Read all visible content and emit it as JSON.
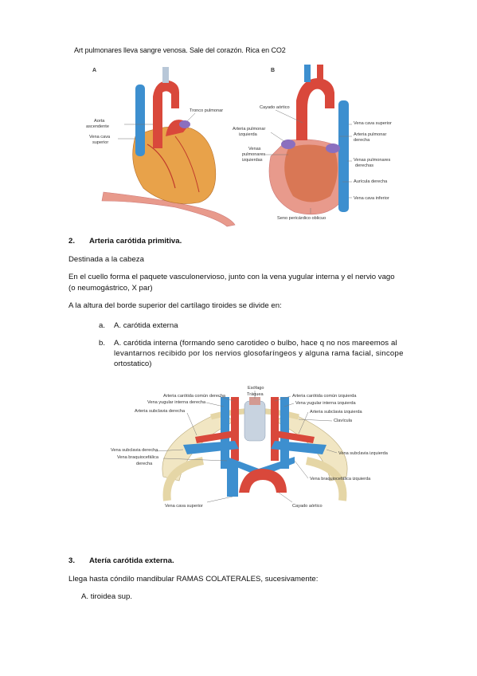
{
  "intro_note": "Art pulmonares lleva sangre venosa. Sale del corazón. Rica en CO2",
  "figure_heart": {
    "panel_a": "A",
    "panel_b": "B",
    "labels_a": {
      "tronco_pulmonar": "Tronco pulmonar",
      "aorta_asc_1": "Aorta",
      "aorta_asc_2": "ascendente",
      "vena_cava_sup_1": "Vena cava",
      "vena_cava_sup_2": "superior"
    },
    "labels_b": {
      "cayado_aortico": "Cayado aórtico",
      "arteria_pulm_izq_1": "Arteria pulmonar",
      "arteria_pulm_izq_2": "izquierda",
      "venas_pulm_izq_1": "Venas",
      "venas_pulm_izq_2": "pulmonares",
      "venas_pulm_izq_3": "izquierdas",
      "vena_cava_sup": "Vena cava superior",
      "arteria_pulm_der_1": "Arteria pulmonar",
      "arteria_pulm_der_2": "derecha",
      "venas_pulm_der_1": "Venas pulmonares",
      "venas_pulm_der_2": "derechas",
      "auricula_der": "Aurícula derecha",
      "vena_cava_inf": "Vena cava inferior",
      "seno_pericardico": "Seno pericárdico oblicuo"
    }
  },
  "section2": {
    "number": "2.",
    "title": "Arteria carótida primitiva.",
    "p1": "Destinada a la cabeza",
    "p2_line1": "En el cuello forma el paquete vasculonervioso, junto con la vena yugular interna y el nervio vago",
    "p2_line2": "(o neumogástrico, X par)",
    "p3": "A la altura del borde superior del cartílago tiroides se divide en:",
    "items": [
      {
        "marker": "a.",
        "lines": [
          "A. carótida externa"
        ]
      },
      {
        "marker": "b.",
        "lines": [
          "A. carótida interna (formando seno carotideo o bulbo, hace q no nos mareemos al",
          "levantarnos recibido por los nervios glosofaríngeos y alguna rama facial, sincope",
          "ortostatico)"
        ]
      }
    ]
  },
  "figure_neck": {
    "labels": {
      "esofago": "Esófago",
      "traquea": "Tráquea",
      "carotida_comun_der": "Arteria carótida común derecha",
      "yugular_int_der": "Vena yugular interna derecha",
      "subclavia_art_der": "Arteria subclavia derecha",
      "carotida_comun_izq": "Arteria carótida común izquierda",
      "yugular_int_izq": "Vena yugular interna izquierda",
      "subclavia_art_izq": "Arteria subclavia izquierda",
      "clavicula": "Clavícula",
      "subclavia_vena_der": "Vena subclavia derecha",
      "braquiocefalica_der_1": "Vena braquiocefálica",
      "braquiocefalica_der_2": "derecha",
      "subclavia_vena_izq": "Vena subclavia izquierda",
      "braquiocefalica_izq": "Vena braquiocefálica izquierda",
      "cava_sup": "Vena cava superior",
      "cayado": "Cayado aórtico"
    }
  },
  "section3": {
    "number": "3.",
    "title": "Atería carótida externa.",
    "p1": "Llega hasta cóndilo mandibular  RAMAS COLATERALES, sucesivamente:",
    "item1": "A. tiroidea sup."
  },
  "colors": {
    "artery": "#d9483b",
    "vein": "#3d8fcf",
    "heart": "#e8a24a",
    "pericardium": "#e89a8c",
    "bone": "#f1e6c3"
  }
}
